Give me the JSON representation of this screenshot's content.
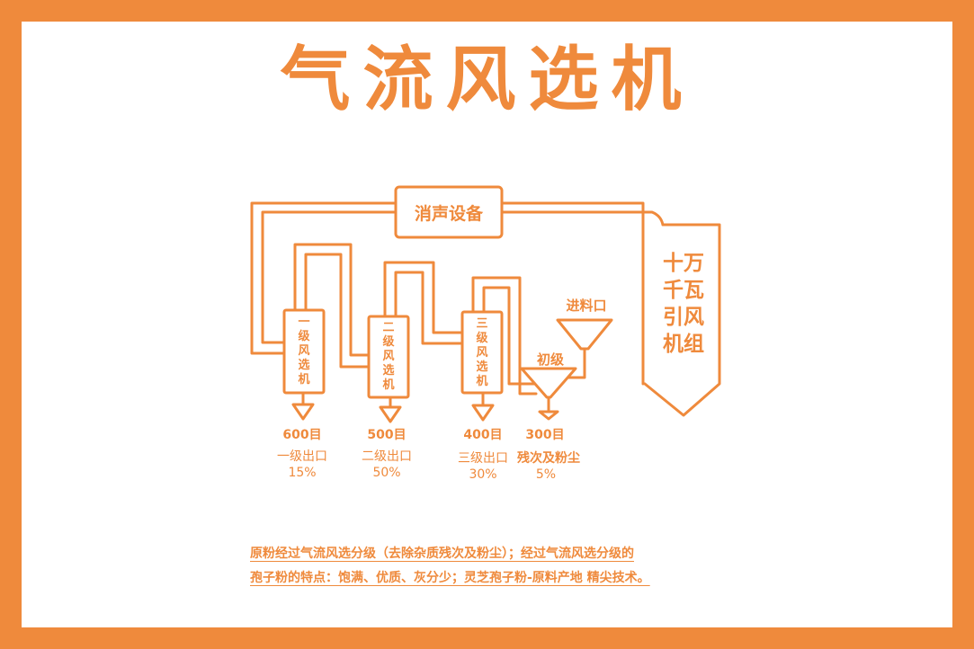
{
  "title": "气流风选机",
  "colors": {
    "accent": "#ef8a3c",
    "background": "#ffffff",
    "border": "#ef8a3c"
  },
  "muffler_label": "消声设备",
  "fan_label_lines": [
    "十万",
    "千瓦",
    "引风",
    "机组"
  ],
  "feed_label": "进料口",
  "primary_label": "初级",
  "separators": [
    {
      "name_chars": [
        "一",
        "级",
        "风",
        "选",
        "机"
      ],
      "mesh": "600目",
      "outlet": "一级出口",
      "percent": "15%"
    },
    {
      "name_chars": [
        "二",
        "级",
        "风",
        "选",
        "机"
      ],
      "mesh": "500目",
      "outlet": "二级出口",
      "percent": "50%"
    },
    {
      "name_chars": [
        "三",
        "级",
        "风",
        "选",
        "机"
      ],
      "mesh": "400目",
      "outlet": "三级出口",
      "percent": "30%"
    }
  ],
  "residue": {
    "mesh": "300目",
    "label": "残次及粉尘",
    "percent": "5%"
  },
  "caption_lines": [
    "原粉经过气流风选分级（去除杂质残次及粉尘）；经过气流风选分级的",
    "孢子粉的特点：饱满、优质、灰分少；灵芝孢子粉-原料产地 精尖技术。"
  ]
}
